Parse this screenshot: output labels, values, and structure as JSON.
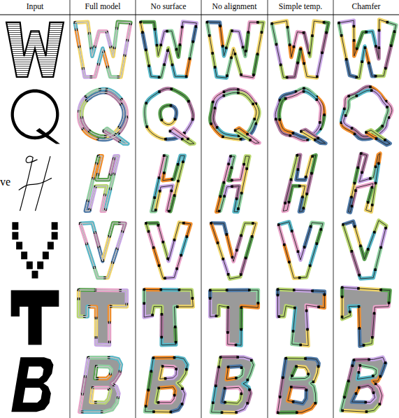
{
  "diagram": {
    "labels": [
      "Input",
      "Full model",
      "No surface",
      "No alignment",
      "Simple temp.",
      "Chamfer",
      "ve"
    ]
  }
}
